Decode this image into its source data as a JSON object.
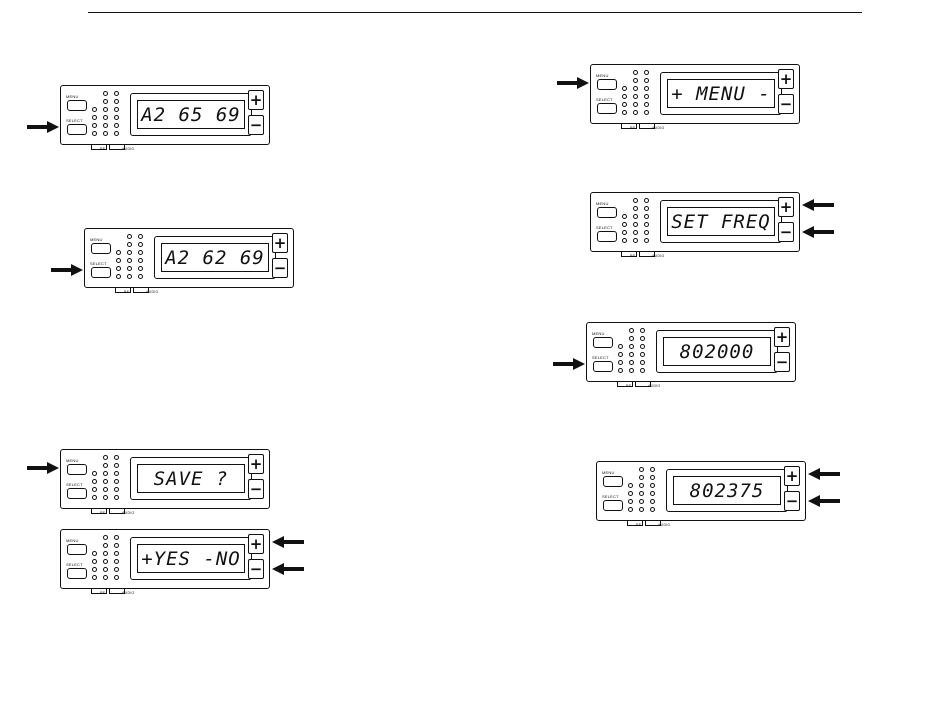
{
  "labels": {
    "menu": "MENU",
    "select": "SELECT",
    "rf": "RF",
    "audio": "AUDIO"
  },
  "keys": {
    "plus": "+",
    "minus": "−"
  },
  "displays": [
    {
      "id": "a2-65-69",
      "text": "A2 65 69"
    },
    {
      "id": "a2-62-69",
      "text": "A2 62 69"
    },
    {
      "id": "save",
      "text": "SAVE ?"
    },
    {
      "id": "yes-no",
      "text": "+YES -NO"
    },
    {
      "id": "menu",
      "text": "+ MENU -"
    },
    {
      "id": "set-freq",
      "text": "SET FREQ"
    },
    {
      "id": "freq-802000",
      "text": "802000"
    },
    {
      "id": "freq-802375",
      "text": "802375"
    }
  ],
  "colors": {
    "ink": "#111111",
    "paper": "#ffffff"
  }
}
